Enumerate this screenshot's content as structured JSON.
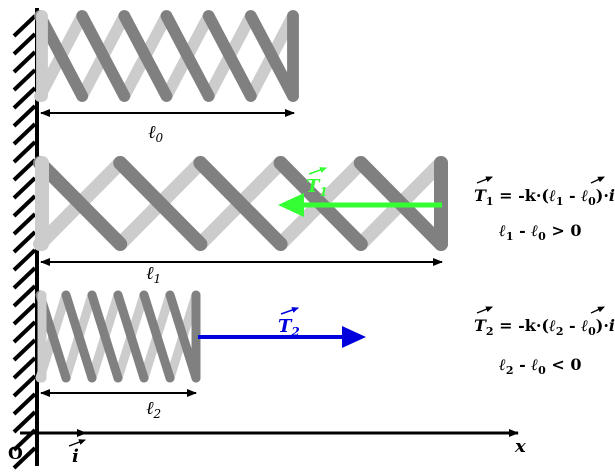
{
  "colors": {
    "coil_light": "#cccccc",
    "coil_dark": "#808080",
    "wall": "#000000",
    "arrow_green": "#33ff33",
    "arrow_blue": "#0000dd",
    "text": "#000000"
  },
  "labels": {
    "origin": "O",
    "x_axis": "x",
    "unit_vector": "i",
    "length_symbol": "ℓ",
    "l0_sub": "0",
    "l1_sub": "1",
    "l2_sub": "2",
    "tension_symbol": "T",
    "t1_sub": "1",
    "t2_sub": "2"
  },
  "equations": {
    "eq1": {
      "lhs_sub": "1",
      "middle": " = -k·(",
      "l_a_sub": "1",
      "minus": " - ",
      "l_b_sub": "0",
      "close": ")·",
      "vec": "i"
    },
    "cond1": {
      "a_sub": "1",
      "b_sub": "0",
      "rel": " > 0"
    },
    "eq2": {
      "lhs_sub": "2",
      "middle": " = -k·(",
      "l_a_sub": "2",
      "minus": " - ",
      "l_b_sub": "0",
      "close": ")·",
      "vec": "i"
    },
    "cond2": {
      "a_sub": "2",
      "b_sub": "0",
      "rel": " < 0"
    }
  },
  "springs": [
    {
      "name": "natural",
      "coils": 6,
      "shown": "ℓ0"
    },
    {
      "name": "stretched",
      "coils": 5,
      "shown": "ℓ1"
    },
    {
      "name": "compressed",
      "coils": 6,
      "shown": "ℓ2"
    }
  ]
}
